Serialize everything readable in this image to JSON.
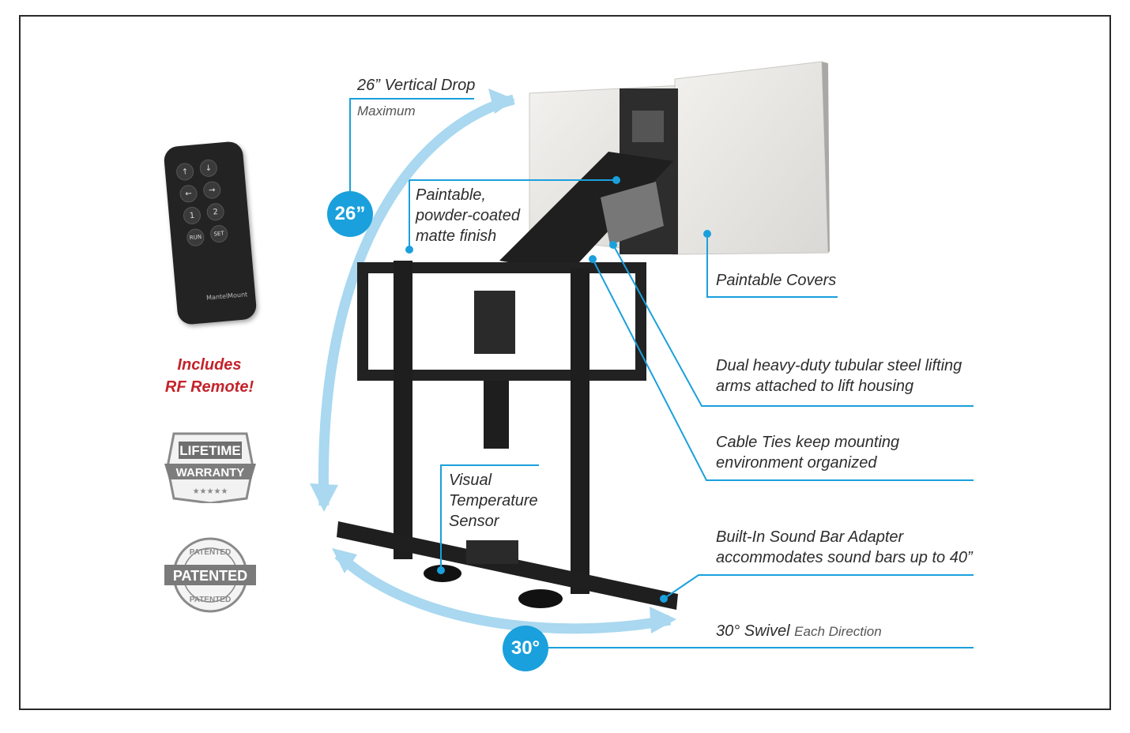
{
  "callouts": {
    "vertical_drop_title": "26” Vertical Drop",
    "vertical_drop_sub": "Maximum",
    "paintable_finish": "Paintable,\npowder-coated\nmatte finish",
    "paintable_covers": "Paintable Covers",
    "lifting_arms": "Dual heavy-duty tubular steel lifting\narms attached to lift housing",
    "cable_ties": "Cable Ties keep mounting\nenvironment organized",
    "temperature_sensor": "Visual\nTemperature\nSensor",
    "sound_bar": "Built-In Sound Bar Adapter\naccommodates sound bars up to 40”",
    "swivel_main": "30° Swivel",
    "swivel_sub": "Each Direction"
  },
  "badges": {
    "vertical": "26”",
    "swivel": "30°"
  },
  "remote": {
    "includes": "Includes\nRF Remote!",
    "buttons": [
      "↑",
      "↓",
      "←",
      "→",
      "1",
      "2",
      "RUN",
      "SET"
    ],
    "brand": "MantelMount"
  },
  "warranty": {
    "line1": "LIFETIME",
    "line2": "WARRANTY",
    "stars": "★★★★★"
  },
  "patent": {
    "center": "PATENTED",
    "ring": "PATENTED"
  },
  "colors": {
    "accent_blue": "#1aa0dc",
    "arc_blue": "#a9d8f0",
    "highlight_red": "#c4232b"
  }
}
